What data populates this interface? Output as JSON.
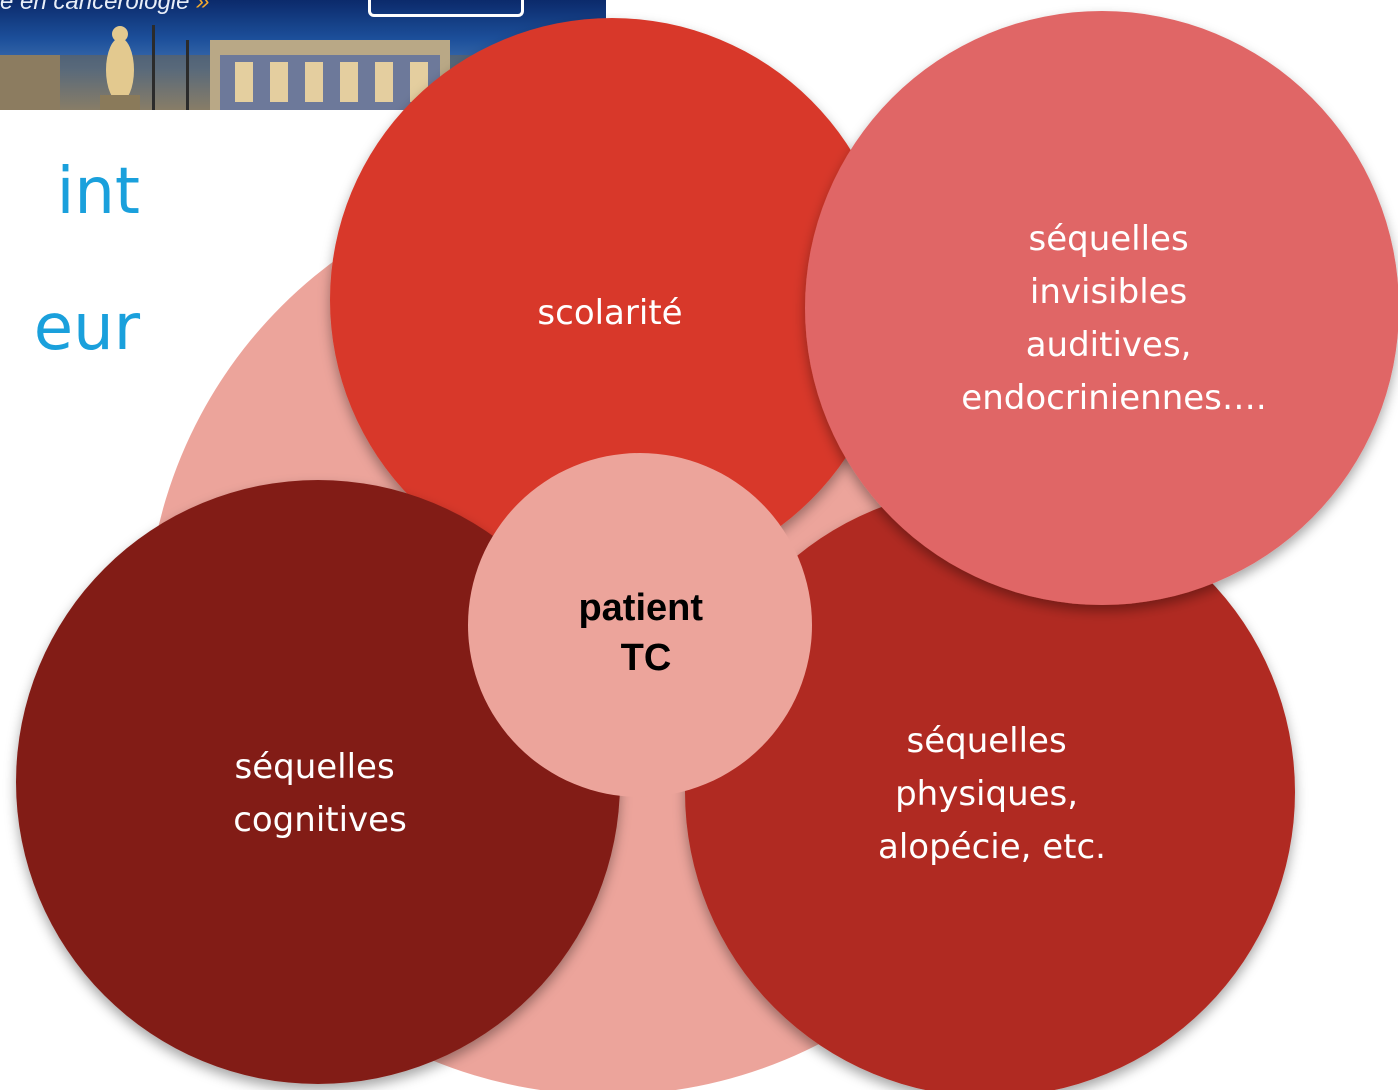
{
  "banner": {
    "text": "e en cancérologie",
    "quote_mark": "»"
  },
  "title_fragments": [
    "int",
    "eur"
  ],
  "diagram": {
    "center": {
      "lines": [
        "patient",
        "TC"
      ]
    },
    "nodes": [
      {
        "id": "scolarite",
        "lines": [
          "scolarité"
        ],
        "color": "#d8392b"
      },
      {
        "id": "invisibles",
        "lines": [
          "séquelles",
          "invisibles",
          "auditives,",
          "endocriniennes…."
        ],
        "color": "#e06666"
      },
      {
        "id": "cognitives",
        "lines": [
          "séquelles",
          "cognitives"
        ],
        "color": "#821e18"
      },
      {
        "id": "physiques",
        "lines": [
          "séquelles",
          "physiques,",
          "alopécie, etc."
        ],
        "color": "#b02a22"
      }
    ],
    "background_color": "#eca49b",
    "center_color": "#eca49b"
  }
}
